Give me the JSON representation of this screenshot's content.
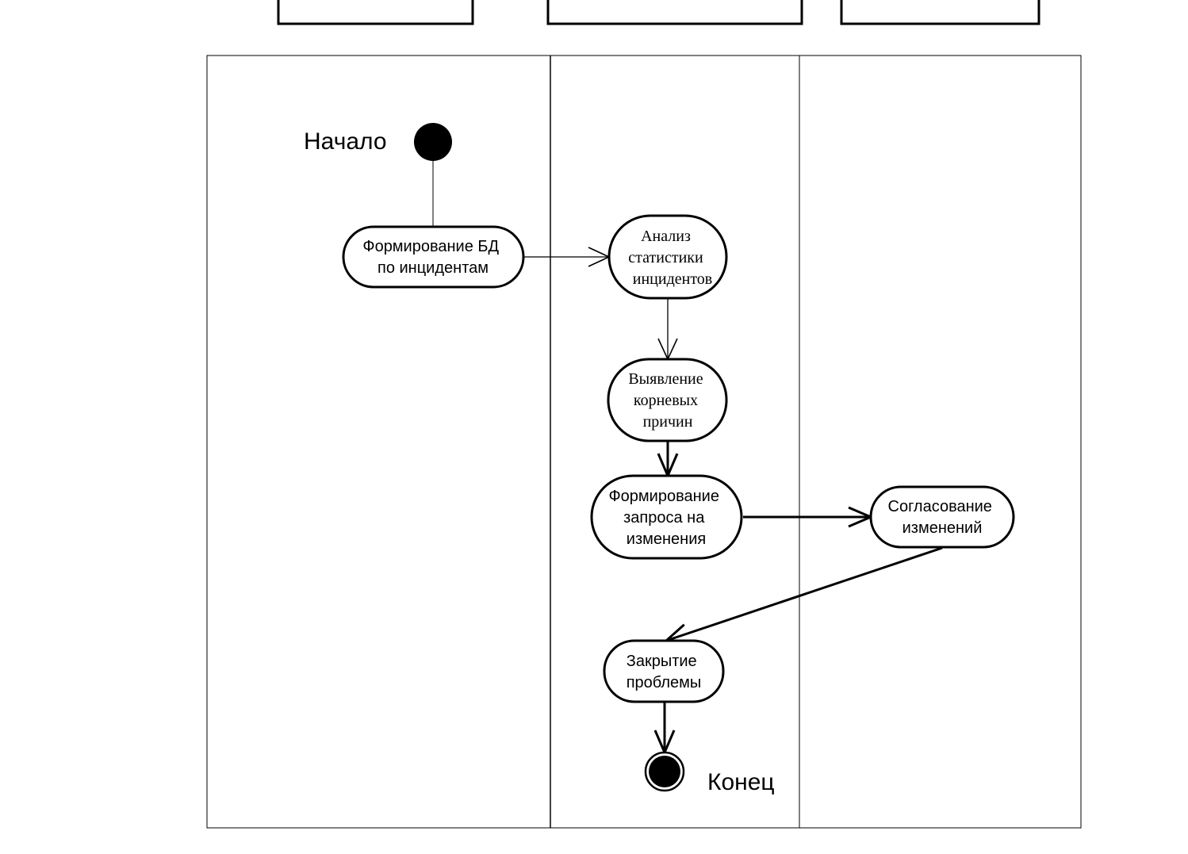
{
  "labels": {
    "start": "Начало",
    "end": "Конец"
  },
  "nodes": {
    "form_db": [
      "Формирование БД",
      "по инцидентам"
    ],
    "analyze": [
      "Анализ",
      "статистики",
      "инцидентов"
    ],
    "root_causes": [
      "Выявление",
      "корневых",
      "причин"
    ],
    "change_request": [
      "Формирование",
      "запроса на",
      "изменения"
    ],
    "approve": [
      "Согласование",
      "изменений"
    ],
    "close": [
      "Закрытие",
      "проблемы"
    ]
  },
  "colors": {
    "stroke": "#000000",
    "background": "#ffffff"
  }
}
